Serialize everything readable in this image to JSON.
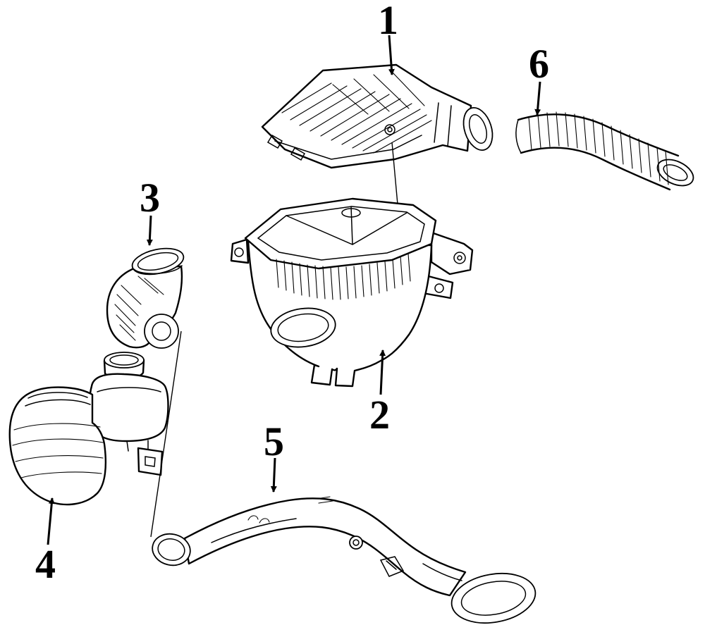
{
  "page": {
    "background_color": "#ffffff",
    "line_color": "#000000"
  },
  "diagram": {
    "type": "exploded-parts-line-diagram",
    "callouts": [
      {
        "label": "1"
      },
      {
        "label": "2"
      },
      {
        "label": "3"
      },
      {
        "label": "4"
      },
      {
        "label": "5"
      },
      {
        "label": "6"
      }
    ]
  }
}
